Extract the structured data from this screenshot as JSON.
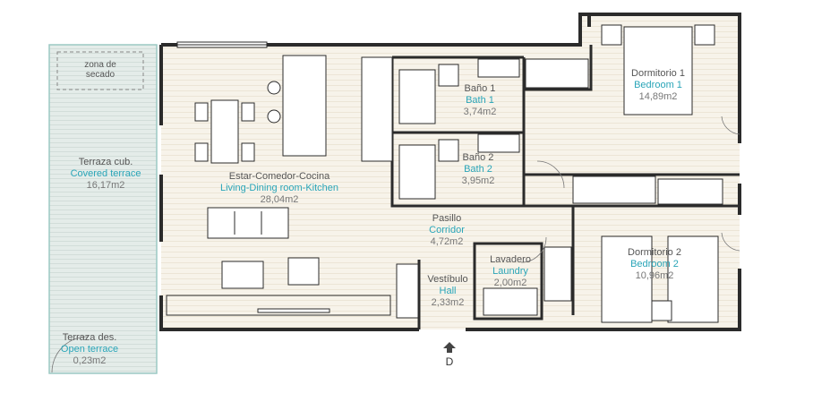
{
  "colors": {
    "wall": "#2b2b2b",
    "floor": "#f7f3ea",
    "terrace": "#e4ece9",
    "accent": "#2aa5b8",
    "text": "#555555"
  },
  "rooms": {
    "living": {
      "es": "Estar-Comedor-Cocina",
      "en": "Living-Dining room-Kitchen",
      "area": "28,04m2"
    },
    "terrace_covered": {
      "es": "Terraza cub.",
      "en": "Covered terrace",
      "area": "16,17m2"
    },
    "terrace_open": {
      "es": "Terraza des.",
      "en": "Open terrace",
      "area": "0,23m2"
    },
    "drying": {
      "label_1": "zona de",
      "label_2": "secado"
    },
    "bath1": {
      "es": "Baño 1",
      "en": "Bath 1",
      "area": "3,74m2"
    },
    "bath2": {
      "es": "Baño 2",
      "en": "Bath 2",
      "area": "3,95m2"
    },
    "corridor": {
      "es": "Pasillo",
      "en": "Corridor",
      "area": "4,72m2"
    },
    "hall": {
      "es": "Vestíbulo",
      "en": "Hall",
      "area": "2,33m2"
    },
    "laundry": {
      "es": "Lavadero",
      "en": "Laundry",
      "area": "2,00m2"
    },
    "bedroom1": {
      "es": "Dormitorio 1",
      "en": "Bedroom 1",
      "area": "14,89m2"
    },
    "bedroom2": {
      "es": "Dormitorio 2",
      "en": "Bedroom 2",
      "area": "10,96m2"
    }
  },
  "entrance": {
    "label": "D",
    "icon": "arrow-up-icon"
  }
}
